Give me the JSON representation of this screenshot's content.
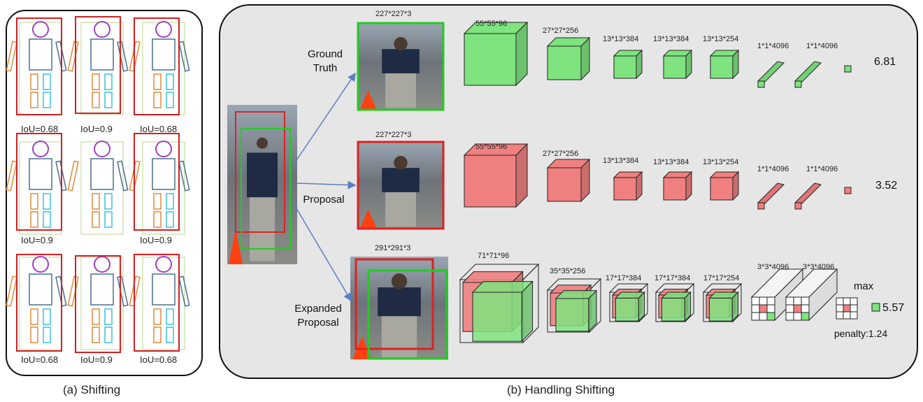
{
  "captions": {
    "a": "(a) Shifting",
    "b": "(b) Handling Shifting"
  },
  "iou_labels": [
    "IoU=0.68",
    "IoU=0.9",
    "IoU=0.68",
    "IoU=0.9",
    "IoU=0.9",
    "IoU=0.68",
    "IoU=0.9",
    "IoU=0.68"
  ],
  "rows": {
    "ground_truth": {
      "label_line1": "Ground",
      "label_line2": "Truth",
      "input_size": "227*227*3",
      "layers": [
        "55*55*96",
        "27*27*256",
        "13*13*384",
        "13*13*384",
        "13*13*254",
        "1*1*4096",
        "1*1*4096"
      ],
      "score": "6.81"
    },
    "proposal": {
      "label_line1": "Proposal",
      "input_size": "227*227*3",
      "layers": [
        "55*55*96",
        "27*27*256",
        "13*13*384",
        "13*13*384",
        "13*13*254",
        "1*1*4096",
        "1*1*4096"
      ],
      "score": "3.52"
    },
    "expanded": {
      "label_line1": "Expanded",
      "label_line2": "Proposal",
      "input_size": "291*291*3",
      "layers": [
        "71*71*96",
        "35*35*256",
        "17*17*384",
        "17*17*384",
        "17*17*254",
        "3*3*4096",
        "3*3*4096"
      ],
      "max_label": "max",
      "penalty": "penalty:1.24",
      "score": "5.57"
    }
  },
  "colors": {
    "green": "#7fe37f",
    "red": "#f08080",
    "gt_box": "#22cc22",
    "prop_box": "#dd2222"
  }
}
